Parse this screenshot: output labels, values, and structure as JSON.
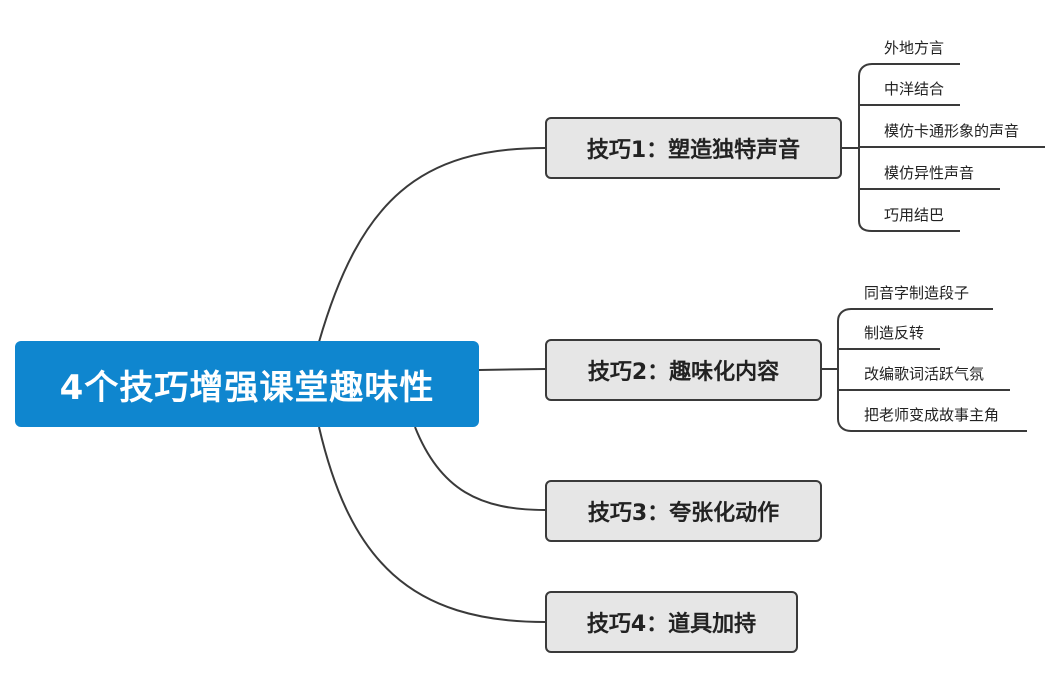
{
  "root": {
    "label": "4个技巧增强课堂趣味性"
  },
  "branches": [
    {
      "label": "技巧1：塑造独特声音",
      "children": [
        "外地方言",
        "中洋结合",
        "模仿卡通形象的声音",
        "模仿异性声音",
        "巧用结巴"
      ]
    },
    {
      "label": "技巧2：趣味化内容",
      "children": [
        "同音字制造段子",
        "制造反转",
        "改编歌词活跃气氛",
        "把老师变成故事主角"
      ]
    },
    {
      "label": "技巧3：夸张化动作",
      "children": []
    },
    {
      "label": "技巧4：道具加持",
      "children": []
    }
  ],
  "colors": {
    "root_fill": "#0f86cf",
    "branch_fill": "#e6e6e6",
    "line": "#3a3a3a"
  }
}
